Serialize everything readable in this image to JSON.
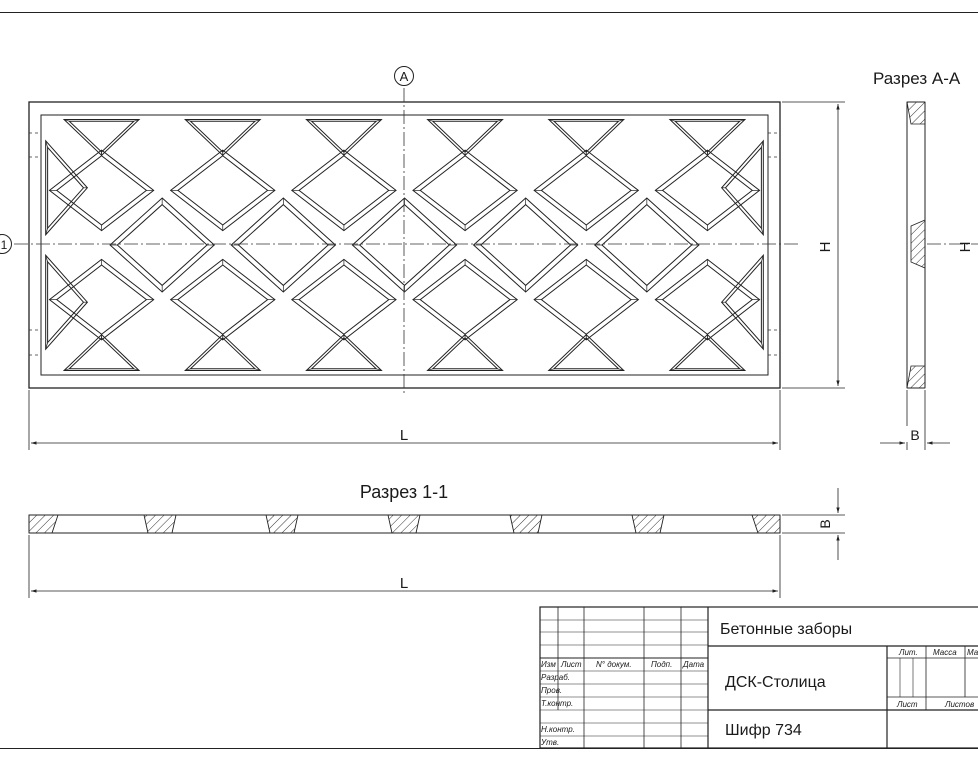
{
  "front_view": {
    "section_marker": "А",
    "section_marker_left": "1",
    "height_label": "H",
    "length_label": "L"
  },
  "section_aa": {
    "title": "Разрез А-А",
    "height_label": "H",
    "thickness_label": "B"
  },
  "section_11": {
    "title": "Разрез 1-1",
    "thickness_label": "B",
    "length_label": "L"
  },
  "title_block": {
    "headers": {
      "izm": "Изм",
      "list": "Лист",
      "doc_no": "N° докум.",
      "sign": "Подп.",
      "date": "Дата"
    },
    "roles": {
      "razrab": "Разраб.",
      "prov": "Пров.",
      "tkontr": "Т.контр.",
      "nkontr": "Н.контр.",
      "utv": "Утв."
    },
    "drawing_title": "Бетонные заборы",
    "organization": "ДСК-Столица",
    "code": "Шифр 734",
    "lit": "Лит.",
    "mass": "Масса",
    "scale": "Ма",
    "sheet": "Лист",
    "sheets": "Листов"
  }
}
